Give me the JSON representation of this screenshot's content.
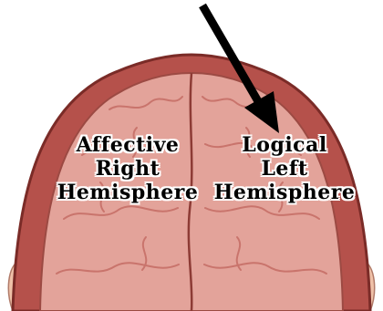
{
  "hemispheres": {
    "right": [
      "Affective",
      "Right",
      "Hemisphere"
    ],
    "left": [
      "Logical",
      "Left",
      "Hemisphere"
    ]
  },
  "colors": {
    "skull": "#b5514b",
    "skull_dark": "#7a2b27",
    "brain": "#e3a39a",
    "brain_fold": "#c9746c",
    "ear": "#efc1a8",
    "arrow": "#000000"
  },
  "arrow_points_to": "left-hemisphere"
}
